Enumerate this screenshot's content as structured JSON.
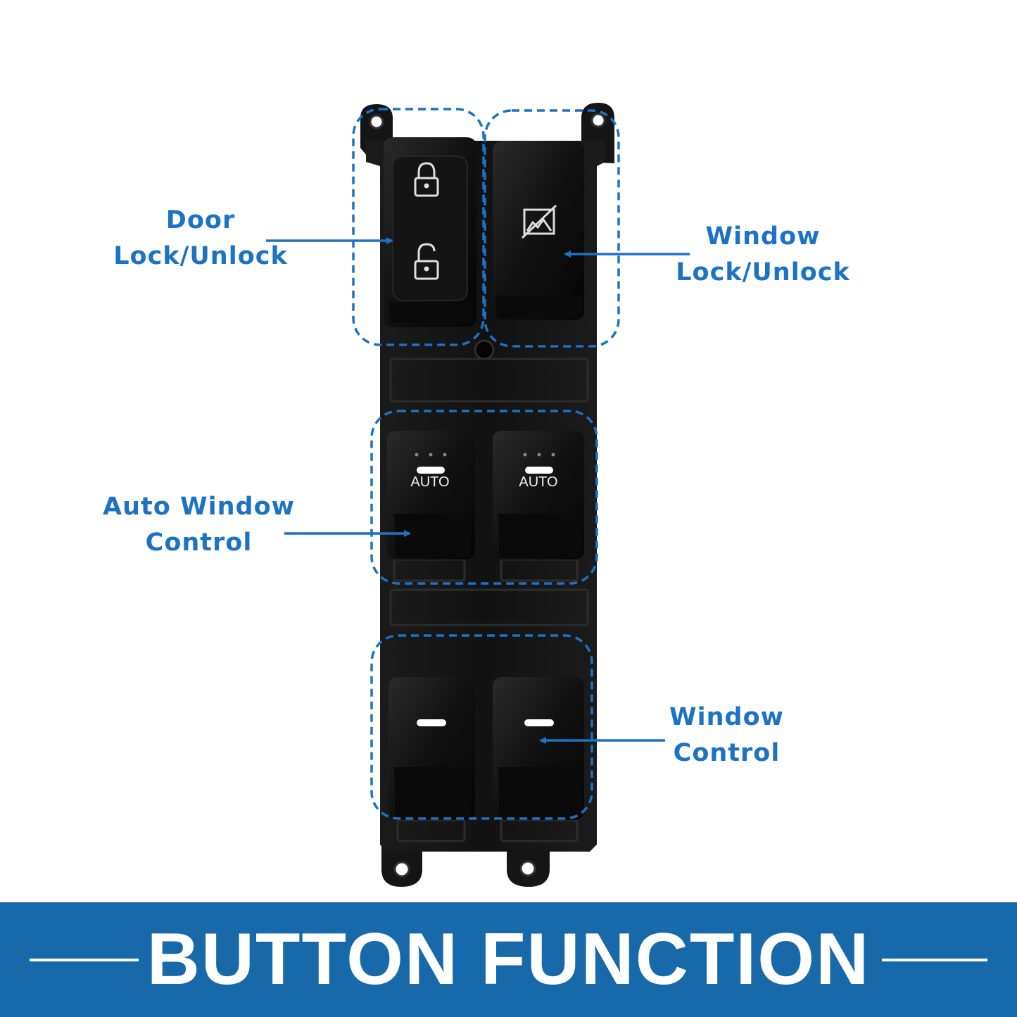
{
  "callouts": {
    "door_lock": {
      "line1": "Door",
      "line2": "Lock/Unlock"
    },
    "window_lock": {
      "line1": "Window",
      "line2": "Lock/Unlock"
    },
    "auto_window": {
      "line1": "Auto Window",
      "line2": "Control"
    },
    "window_control": {
      "line1": "Window",
      "line2": "Control"
    }
  },
  "switch_labels": {
    "auto_left": "AUTO",
    "auto_right": "AUTO"
  },
  "banner": {
    "title": "BUTTON FUNCTION"
  },
  "colors": {
    "accent_blue": "#1d72c4",
    "banner_blue": "#1869a9",
    "housing": "#141414",
    "button": "#0d0d0d",
    "background": "#ffffff"
  },
  "icons": [
    "lock-closed-icon",
    "lock-open-icon",
    "window-lock-icon"
  ]
}
